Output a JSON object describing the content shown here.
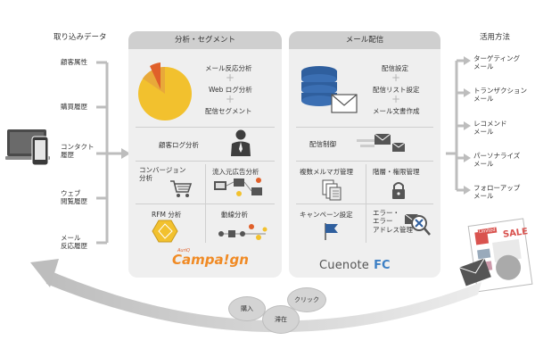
{
  "sources": {
    "title": "取り込みデータ",
    "items": [
      "顧客属性",
      "購買履歴",
      "コンタクト\n履歴",
      "ウェブ\n閲覧履歴",
      "メール\n反応履歴"
    ]
  },
  "analysis": {
    "title": "分析・セグメント",
    "pie_labels": [
      "メール反応分析",
      "Web ログ分析",
      "配信セグメント"
    ],
    "customer_log": "顧客ログ分析",
    "grid": [
      "コンバージョン\n分析",
      "流入元広告分析",
      "RFM 分析",
      "動線分析"
    ],
    "logo_prefix": "AuriQ",
    "logo": "Campa!gn"
  },
  "delivery": {
    "title": "メール配信",
    "db_labels": [
      "配信設定",
      "配信リスト設定",
      "メール文書作成"
    ],
    "control": "配信制御",
    "grid": [
      "複数メルマガ管理",
      "階層・権限管理",
      "キャンペーン設定",
      "エラー・\nエラー\nアドレス管理"
    ],
    "logo": "Cuenote",
    "logo_suffix": "FC"
  },
  "usage": {
    "title": "活用方法",
    "items": [
      "ターゲティング\nメール",
      "トランザクション\nメール",
      "レコメンド\nメール",
      "パーソナライズ\nメール",
      "フォローアップ\nメール"
    ]
  },
  "cycle": {
    "bubbles": [
      "購入",
      "滞在",
      "クリック"
    ]
  },
  "flyer": {
    "sale": "SALE",
    "tag": "Limited"
  },
  "colors": {
    "pie_main": "#f2c12e",
    "pie_a": "#e0602a",
    "pie_b": "#e8a93a",
    "db_blue": "#2f5f9e",
    "logo_orange": "#f08a24",
    "logo_blue": "#3c7fc4"
  }
}
